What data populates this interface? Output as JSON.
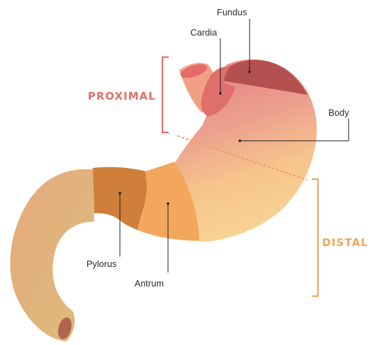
{
  "labels": {
    "fundus": "Fundus",
    "cardia": "Cardia",
    "body": "Body",
    "pylorus": "Pylorus",
    "antrum": "Antrum"
  },
  "regions": {
    "proximal": "PROXIMAL",
    "distal": "DISTAL"
  },
  "colors": {
    "proximal": "#e06f6a",
    "distal": "#f2a65a",
    "fundus": "#b55050",
    "cardia": "#de6f6c",
    "body_top": "#e28482",
    "body_bottom": "#f7d08e",
    "esophagus": "#f0a084",
    "esophagus_opening": "#e56a6a",
    "antrum": "#f3a75c",
    "pylorus": "#cf7f3a",
    "duodenum": "#e3b07c",
    "duodenum_opening": "#b0644e",
    "divider": "#f29a5e",
    "leader_line": "#1c1c1c"
  }
}
